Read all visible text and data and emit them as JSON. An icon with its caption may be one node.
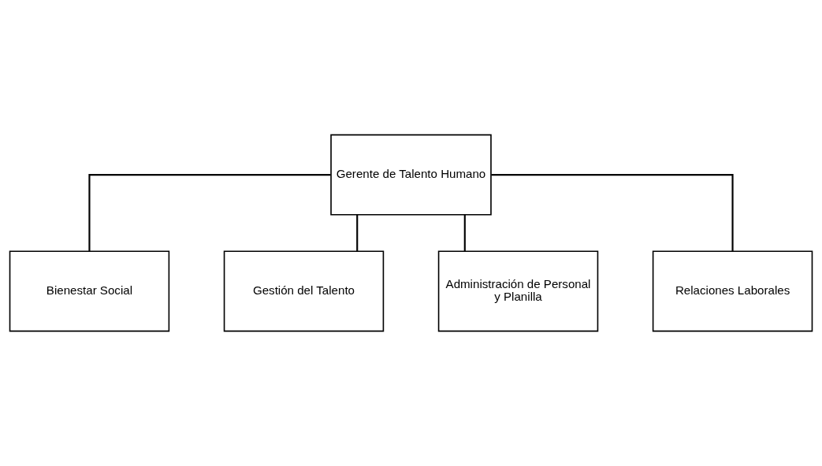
{
  "diagram": {
    "nodes": [
      {
        "text": [
          "Gerente de Talento Humano"
        ]
      },
      {
        "text": [
          "Bienestar Social"
        ]
      },
      {
        "text": [
          "Gestión del Talento"
        ]
      },
      {
        "text": [
          "Administración de Personal y Planilla"
        ]
      },
      {
        "text": [
          "Relaciones Laborales"
        ]
      }
    ],
    "edges": [
      {
        "from": 0,
        "to": 1,
        "arrow": "none"
      },
      {
        "from": 0,
        "to": 2,
        "arrow": "none"
      },
      {
        "from": 0,
        "to": 3,
        "arrow": "none"
      },
      {
        "from": 0,
        "to": 4,
        "arrow": "none"
      }
    ]
  }
}
